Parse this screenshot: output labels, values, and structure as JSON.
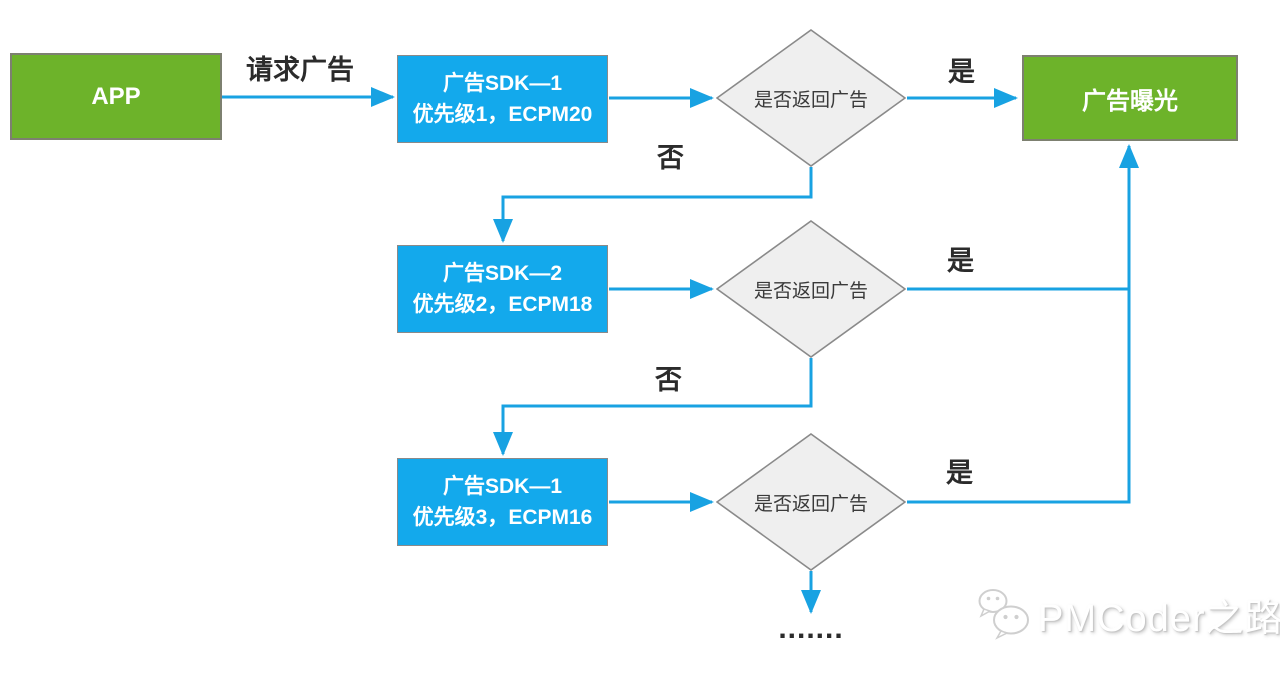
{
  "nodes": {
    "app": {
      "label": "APP"
    },
    "sdks": [
      {
        "title": "广告SDK—1",
        "subtitle": "优先级1，ECPM20"
      },
      {
        "title": "广告SDK—2",
        "subtitle": "优先级2，ECPM18"
      },
      {
        "title": "广告SDK—1",
        "subtitle": "优先级3，ECPM16"
      }
    ],
    "decisions": [
      {
        "label": "是否返回广告"
      },
      {
        "label": "是否返回广告"
      },
      {
        "label": "是否返回广告"
      }
    ],
    "exposure": {
      "label": "广告曝光"
    }
  },
  "edges": {
    "request": "请求广告",
    "yes": [
      "是",
      "是",
      "是"
    ],
    "no": [
      "否",
      "否"
    ],
    "more": "......."
  },
  "watermark": {
    "text": "PMCoder之路",
    "icon": "wechat-icon"
  },
  "colors": {
    "node_green": "#6DB32A",
    "node_blue": "#13A9EC",
    "connector_blue": "#18A2E2",
    "diamond_fill": "#EFEFEF",
    "diamond_border": "#8A8A8A",
    "box_border": "#808080",
    "label_text": "#2B2B2B",
    "node_text": "#FFFFFF"
  }
}
